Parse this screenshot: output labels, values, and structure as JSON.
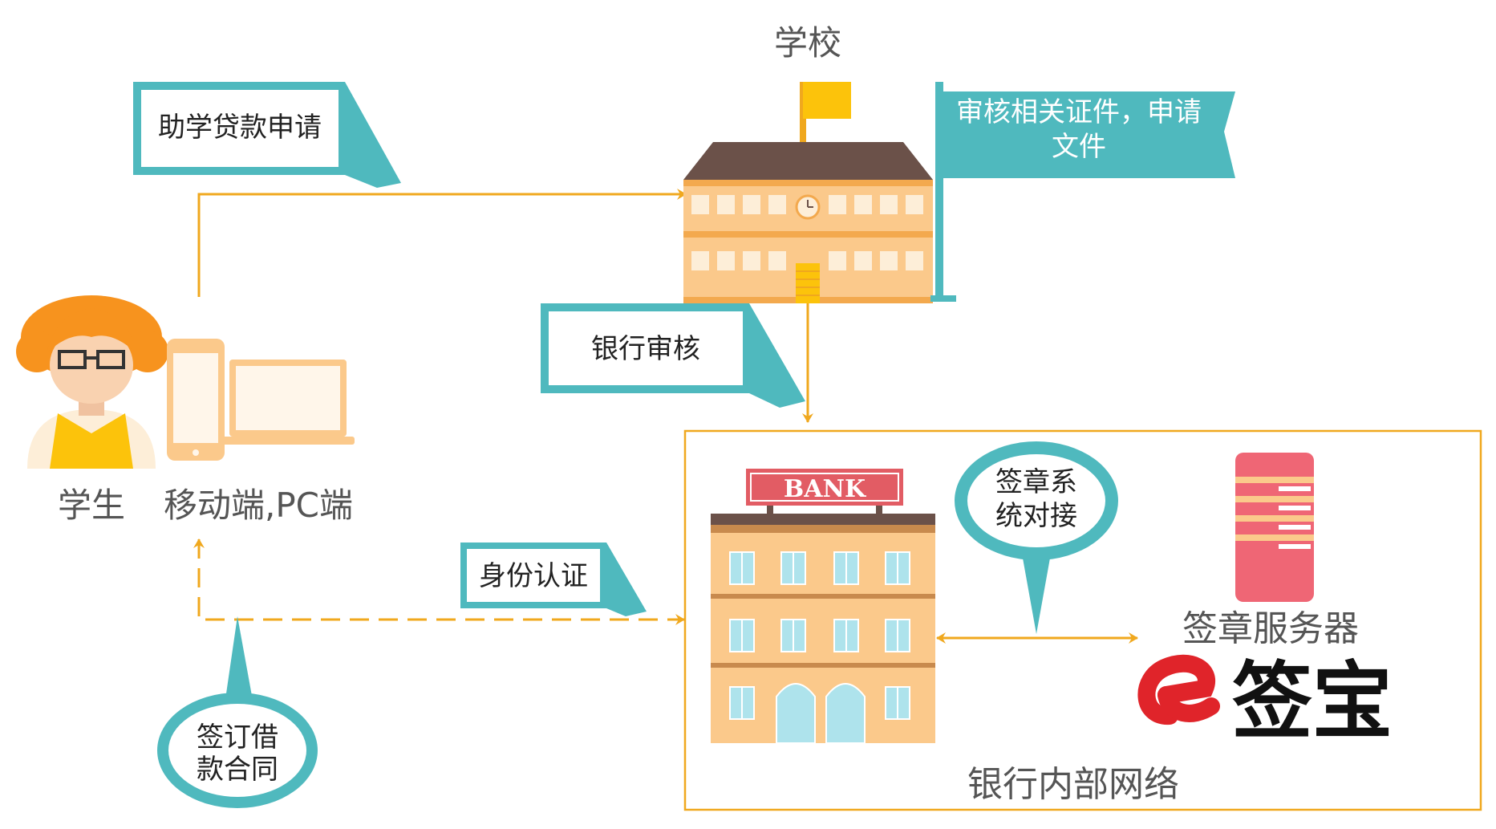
{
  "title": "",
  "labels": {
    "school": "学校",
    "student": "学生",
    "devices": "移动端,PC端",
    "loan_application": "助学贷款申请",
    "bank_review": "银行审核",
    "identity_auth": "身份认证",
    "school_review_line1": "审核相关证件，申请",
    "school_review_line2": "文件",
    "sign_contract_line1": "签订借",
    "sign_contract_line2": "款合同",
    "seal_system_line1": "签章系",
    "seal_system_line2": "统对接",
    "seal_server": "签章服务器",
    "bank_sign": "BANK",
    "bank_network": "银行内部网络",
    "esign_brand": "e签宝"
  },
  "colors": {
    "teal": "#4fb9be",
    "orange_line": "#f0a81e",
    "building": "#fbc98b",
    "roof": "#6b5149",
    "flag": "#fcc30b",
    "bank_red": "#e25c64",
    "server": "#ef6675"
  },
  "icons": [
    "student-avatar-icon",
    "phone-icon",
    "laptop-icon",
    "school-building-icon",
    "bank-building-icon",
    "server-icon",
    "esign-logo"
  ]
}
